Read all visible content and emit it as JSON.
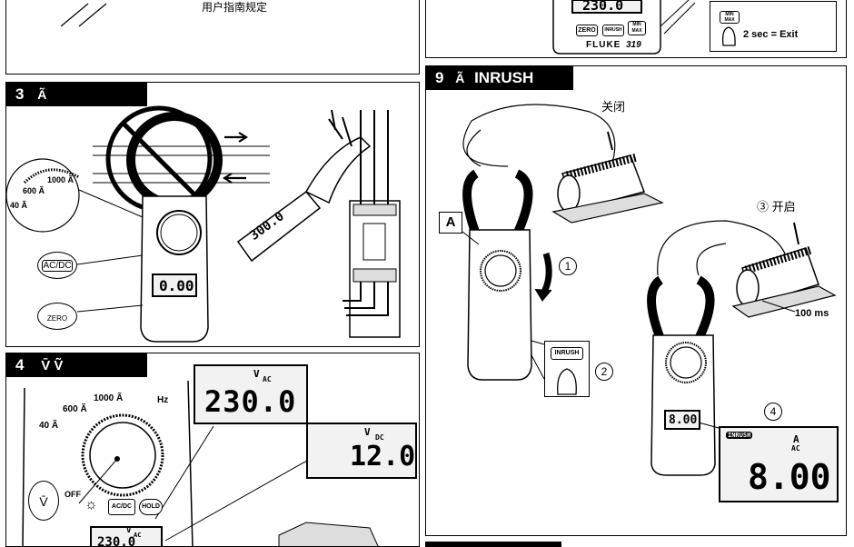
{
  "top_left": {
    "caption": "用户指南规定"
  },
  "top_right": {
    "lcd_value": "230.0",
    "keys": [
      "ZERO",
      "INRUSH",
      "MIN MAX"
    ],
    "brand": "FLUKE",
    "model": "319",
    "minmax_key": "MIN MAX",
    "exit_text": "2 sec = Exit"
  },
  "panel3": {
    "number": "3",
    "symbol": "Ã",
    "dial_labels": [
      "1000 Ã",
      "600 Ã",
      "40 Ã"
    ],
    "acdc_label": "AC/DC",
    "zero_label": "ZERO",
    "lcd_value": "0.00",
    "clamp_lcd": "300.0"
  },
  "panel4": {
    "number": "4",
    "symbol": "V̄ Ṽ",
    "dial_labels": [
      "1000 Ã",
      "Hz",
      "600 Ã",
      "40 Ã",
      "OFF"
    ],
    "key_acdc": "AC/DC",
    "key_hold": "HOLD",
    "lcd_ac": {
      "unit": "V",
      "sub": "AC",
      "value": "230.0"
    },
    "lcd_dc": {
      "unit": "V",
      "sub": "DC",
      "value": "12.0"
    },
    "bottom_unit": "V",
    "bottom_sub": "AC",
    "bottom_value": "230.0"
  },
  "panel9": {
    "number": "9",
    "symbol": "Ã",
    "title": "INRUSH",
    "label_closed": "关闭",
    "label_open": "③ 开启",
    "marker_a": "A",
    "step1": "1",
    "step2": "2",
    "step4": "4",
    "inrush_key": "INRUSH",
    "time": "100 ms",
    "lcd_small": "8.00",
    "lcd_big": {
      "indicator": "INRUSH",
      "unit": "A",
      "sub": "AC",
      "value": "8.00"
    }
  }
}
